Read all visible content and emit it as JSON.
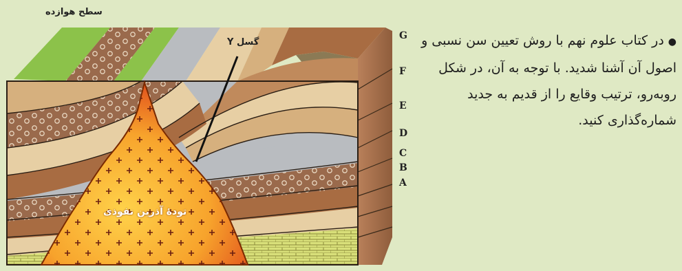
{
  "figure": {
    "erosion_surface_label": "سطح هوازده",
    "fault_label": "گسل Y",
    "intrusion_label": "تودۀ آذرین نفوذی",
    "layer_labels": [
      "G",
      "F",
      "E",
      "D",
      "C",
      "B",
      "A"
    ]
  },
  "question": {
    "bullet": "●",
    "text": "در کتاب علوم نهم با روش تعیین سن نسبی و اصول آن آشنا شدید. با توجه به آن، در شکل روبه‌رو، ترتیب وقایع را از قدیم به جدید شماره‌گذاری کنید."
  }
}
